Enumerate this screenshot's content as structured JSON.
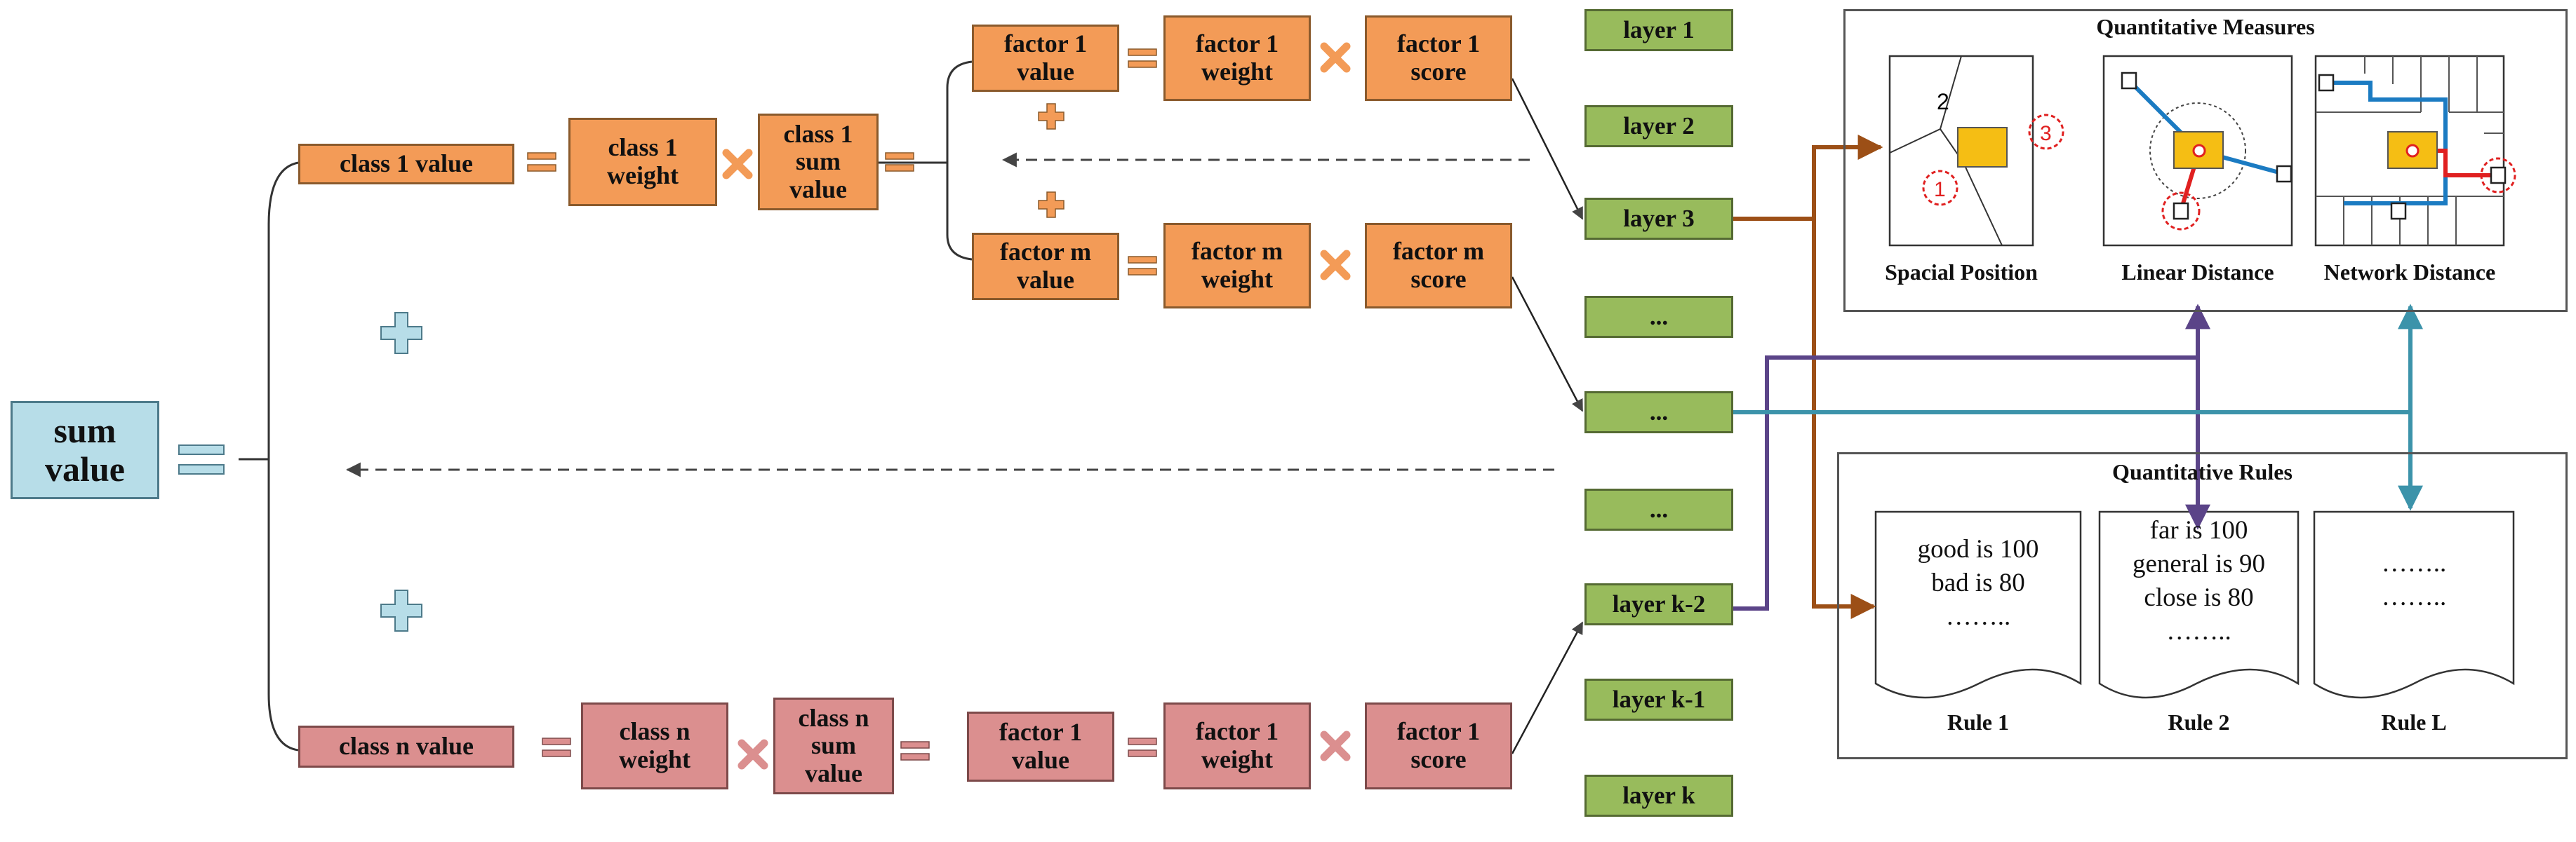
{
  "sum_box": [
    "sum",
    "value"
  ],
  "class1": {
    "value": "class 1 value",
    "weight": [
      "class 1",
      "weight"
    ],
    "sum_value": [
      "class 1",
      "sum",
      "value"
    ]
  },
  "factor1": {
    "value": [
      "factor 1",
      "value"
    ],
    "weight": [
      "factor 1",
      "weight"
    ],
    "score": [
      "factor 1",
      "score"
    ]
  },
  "factorm": {
    "value": [
      "factor m",
      "value"
    ],
    "weight": [
      "factor m",
      "weight"
    ],
    "score": [
      "factor m",
      "score"
    ]
  },
  "classn": {
    "value": "class n value",
    "weight": [
      "class n",
      "weight"
    ],
    "sum_value": [
      "class n",
      "sum",
      "value"
    ]
  },
  "factor1_n": {
    "value": [
      "factor 1",
      "value"
    ],
    "weight": [
      "factor 1",
      "weight"
    ],
    "score": [
      "factor 1",
      "score"
    ]
  },
  "layers": [
    "layer 1",
    "layer 2",
    "layer 3",
    "...",
    "...",
    "...",
    "layer k-2",
    "layer k-1",
    "layer k"
  ],
  "measures": {
    "title": "Quantitative Measures",
    "panels": [
      "Spacial Position",
      "Linear Distance",
      "Network Distance"
    ],
    "numbers": [
      "2",
      "1",
      "3"
    ]
  },
  "rules": {
    "title": "Quantitative Rules",
    "items": [
      {
        "label": "Rule 1",
        "lines": [
          "good is 100",
          "bad is 80",
          "……..",
          ""
        ]
      },
      {
        "label": "Rule 2",
        "lines": [
          "far is 100",
          "general is 90",
          "close is 80",
          "…….."
        ]
      },
      {
        "label": "Rule L",
        "lines": [
          "……..",
          "……..",
          "",
          ""
        ]
      }
    ]
  },
  "colors": {
    "orange": "#F39B57",
    "pink": "#DB8F8F",
    "green": "#98BB5C",
    "sum": "#B7DDE8",
    "brown_line": "#9C4F16",
    "purple_line": "#5B4488",
    "teal_line": "#3C93AA",
    "red_line": "#E02020",
    "blue_line": "#1B7BC2"
  }
}
